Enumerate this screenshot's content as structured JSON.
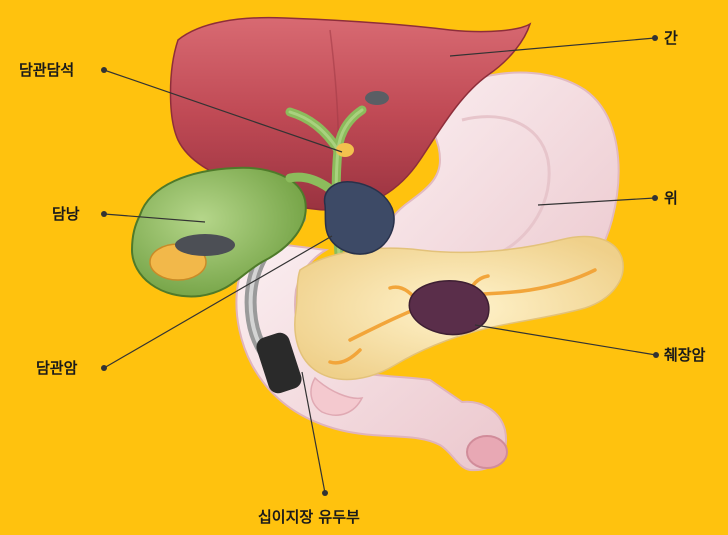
{
  "labels": {
    "bile_duct_stone": "담관담석",
    "liver": "간",
    "gallbladder": "담낭",
    "stomach": "위",
    "bile_duct_cancer": "담관암",
    "pancreatic_cancer": "췌장암",
    "duodenal_papilla": "십이지장 유두부"
  },
  "colors": {
    "background": "#FFC20E",
    "liver": "#C04A55",
    "stomach": "#F6E3E6",
    "gallbladder": "#8CBC5C",
    "pancreas": "#F7E2A8",
    "tumor": "#3D4A66",
    "pancreatic_tumor": "#5A2E4A",
    "pointer": "#333333"
  }
}
